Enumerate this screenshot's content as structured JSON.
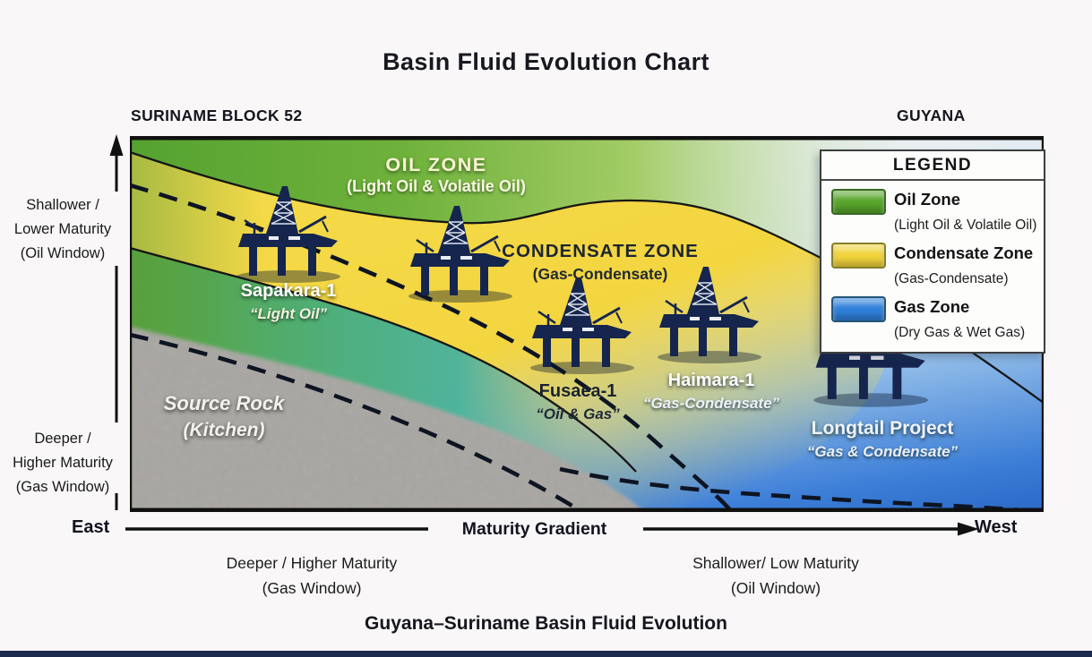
{
  "title": "Basin Fluid Evolution Chart",
  "footer_title": "Guyana–Suriname Basin Fluid Evolution",
  "footer_bar_color": "#1d2b4e",
  "regions": {
    "left": "SURINAME BLOCK 52",
    "right": "GUYANA"
  },
  "depth_axis": {
    "shallow_label": [
      "Shallower /",
      "Lower Maturity",
      "(Oil Window)"
    ],
    "deep_label": [
      "Deeper /",
      "Higher Maturity",
      "(Gas Window)"
    ]
  },
  "maturity_axis": {
    "east_end": "East",
    "west_end": "West",
    "label": "Maturity Gradient",
    "east_sub": [
      "Deeper / Higher Maturity",
      "(Gas Window)"
    ],
    "west_sub": [
      "Shallower/ Low Maturity",
      "(Oil Window)"
    ]
  },
  "zones": {
    "oil": {
      "label": "OIL ZONE",
      "sub": "(Light Oil & Volatile Oil)",
      "color": "#5fa733"
    },
    "condensate": {
      "label": "CONDENSATE ZONE",
      "sub": "(Gas-Condensate)",
      "color": "#f2d640"
    },
    "gas": {
      "color": "#2e7fd9"
    },
    "source_rock": {
      "label": "Source Rock",
      "sub": "(Kitchen)",
      "color": "#a3a09b"
    }
  },
  "wells": [
    {
      "name": "Sapakara-1",
      "fluid": "“Light Oil”"
    },
    {
      "name": "Fusaea-1",
      "fluid": "“Oil & Gas”"
    },
    {
      "name": "Haimara-1",
      "fluid": "“Gas-Condensate”"
    },
    {
      "name": "Longtail Project",
      "fluid": "“Gas & Condensate”"
    }
  ],
  "legend": {
    "title": "LEGEND",
    "items": [
      {
        "label": "Oil Zone",
        "sub": "(Light Oil & Volatile Oil)",
        "color": "#58a42c"
      },
      {
        "label": "Condensate Zone",
        "sub": "(Gas-Condensate)",
        "color": "#f0d23a"
      },
      {
        "label": "Gas Zone",
        "sub": "(Dry Gas & Wet Gas)",
        "color": "#2e7fd9"
      }
    ]
  },
  "icons": {
    "oil_rig": "jackup-drilling-rig-silhouette"
  }
}
